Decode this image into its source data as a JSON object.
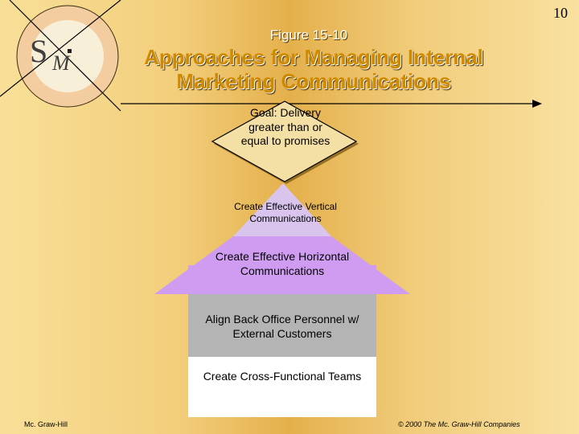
{
  "page_number": "10",
  "logo": {
    "letter_s": "S",
    "letter_m": "M"
  },
  "figure_label": "Figure 15-10",
  "title": "Approaches for Managing Internal Marketing Communications",
  "goal": "Goal: Delivery greater than or equal to promises",
  "layers": {
    "vertical": "Create Effective Vertical Communications",
    "horizontal": "Create Effective Horizontal Communications",
    "align": "Align Back Office Personnel w/ External Customers",
    "teams": "Create Cross-Functional Teams"
  },
  "footer": {
    "publisher": "Mc. Graw-Hill",
    "copyright": "© 2000 The Mc. Graw-Hill Companies"
  },
  "colors": {
    "light_purple": "#d9c4ee",
    "purple": "#cf9cf1",
    "gray": "#b4b4b4",
    "white": "#ffffff",
    "goal_fill": "#f4dfa4",
    "title": "#cf8a00"
  }
}
